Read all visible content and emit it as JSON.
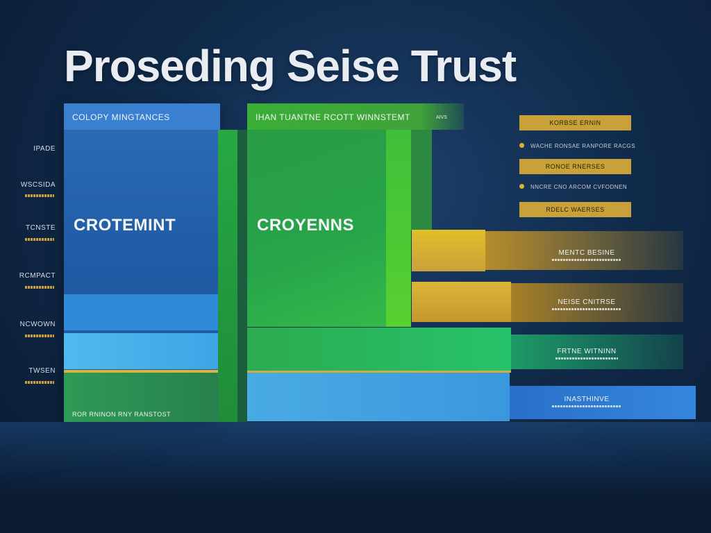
{
  "header": {
    "title": "Proseding Seise Trust"
  },
  "side_labels": [
    {
      "label": "IPADE"
    },
    {
      "label": "WSCSIDA"
    },
    {
      "label": "TCNSTE"
    },
    {
      "label": "RCMPACT"
    },
    {
      "label": "NCWOWN"
    },
    {
      "label": "TWSEN"
    }
  ],
  "panels": {
    "blue": {
      "header": "COLOPY MINGTANCES",
      "word": "CROTEMINT",
      "footer": "ROR RNINON RNY RANSTOST"
    },
    "green": {
      "header": "IHAN TUANTNE RCOTT WINNSTEMT",
      "header_tag": "AIVS",
      "word": "CROYENNS"
    }
  },
  "legend": [
    {
      "type": "chip",
      "label": "KORBSE ERNIN"
    },
    {
      "type": "bullet",
      "label": "WACHE RONSAE RANPORE RACGS"
    },
    {
      "type": "chip",
      "label": "RONOE RNERSES"
    },
    {
      "type": "bullet",
      "label": "NNCRE CNO ARCOM CVFODNEN"
    },
    {
      "type": "chip",
      "label": "RDELC WAERSES"
    }
  ],
  "bars": [
    {
      "label": "MENTC BESINE"
    },
    {
      "label": "NEISE CNITRSE"
    },
    {
      "label": "FRTNE WITNINN"
    },
    {
      "label": "INASTHINVE"
    }
  ],
  "colors": {
    "blue": "#2a78c8",
    "green": "#2fb34a",
    "gold": "#c9a13a",
    "cyan": "#3aa9e6"
  }
}
